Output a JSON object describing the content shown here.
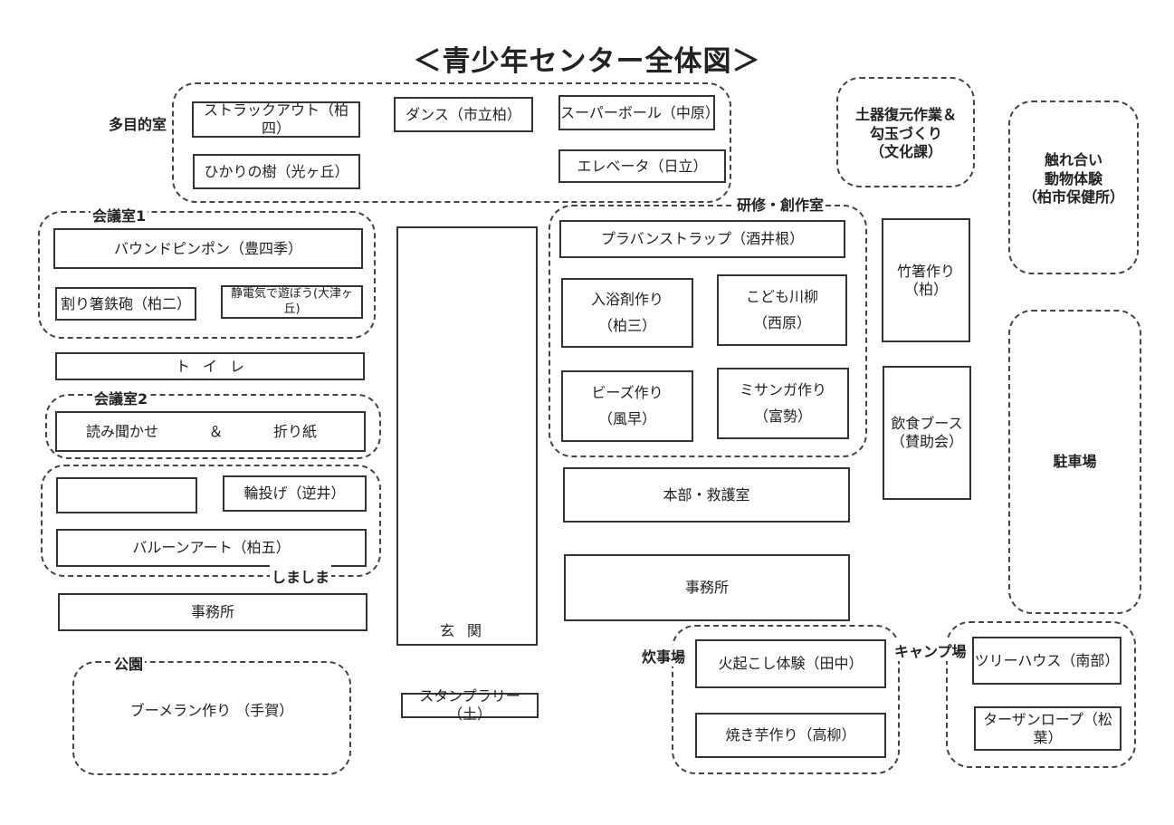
{
  "title": "＜青少年センター全体図＞",
  "areas": {
    "tamokuteki": "多目的室",
    "kaigi1": "会議室1",
    "kaigi2": "会議室2",
    "kenshu": "研修・創作室",
    "park": "公園",
    "suiji": "炊事場",
    "camp": "キャンプ場"
  },
  "rooms": {
    "struck_out": "ストラックアウト（柏四）",
    "dance": "ダンス（市立柏）",
    "super_ball": "スーパーボール（中原）",
    "hikari": "ひかりの樹（光ヶ丘）",
    "elevator": "エレベータ（日立）",
    "doki_1": "土器復元作業＆",
    "doki_2": "勾玉づくり",
    "doki_3": "（文化課）",
    "fureai_1": "触れ合い",
    "fureai_2": "動物体験",
    "fureai_3": "（柏市保健所）",
    "bound_pingpong": "バウンドピンポン（豊四季）",
    "waribashi": "割り箸鉄砲（柏二）",
    "seidenki": "静電気で遊ぼう(大津ヶ丘)",
    "toilet": "トイレ",
    "yomikikase": "読み聞かせ",
    "ampersand": "＆",
    "origami": "折り紙",
    "wanage": "輪投げ（逆井）",
    "balloon": "バルーンアート（柏五）",
    "shimashima": "しましま",
    "jimusho_left": "事務所",
    "boomerang": "ブーメラン作り （手賀）",
    "entrance": "玄関",
    "stamp_rally": "スタンプラリー（土）",
    "puraban": "プラバンストラップ（酒井根）",
    "nyuyokuzai_name": "入浴剤作り",
    "nyuyokuzai_school": "（柏三）",
    "kodomo_name": "こども川柳",
    "kodomo_school": "（西原）",
    "beads_name": "ビーズ作り",
    "beads_school": "（風早）",
    "misanga_name": "ミサンガ作り",
    "misanga_school": "（富勢）",
    "honbu": "本部・救護室",
    "jimusho_center": "事務所",
    "takebashi_name": "竹箸作り",
    "takebashi_school": "（柏）",
    "inshoku_name": "飲食ブース",
    "inshoku_school": "（賛助会）",
    "parking": "駐車場",
    "hiokoshi": "火起こし体験（田中）",
    "yakiimo": "焼き芋作り（高柳）",
    "treehouse": "ツリーハウス（南部）",
    "tarzan": "ターザンロープ（松葉）"
  }
}
